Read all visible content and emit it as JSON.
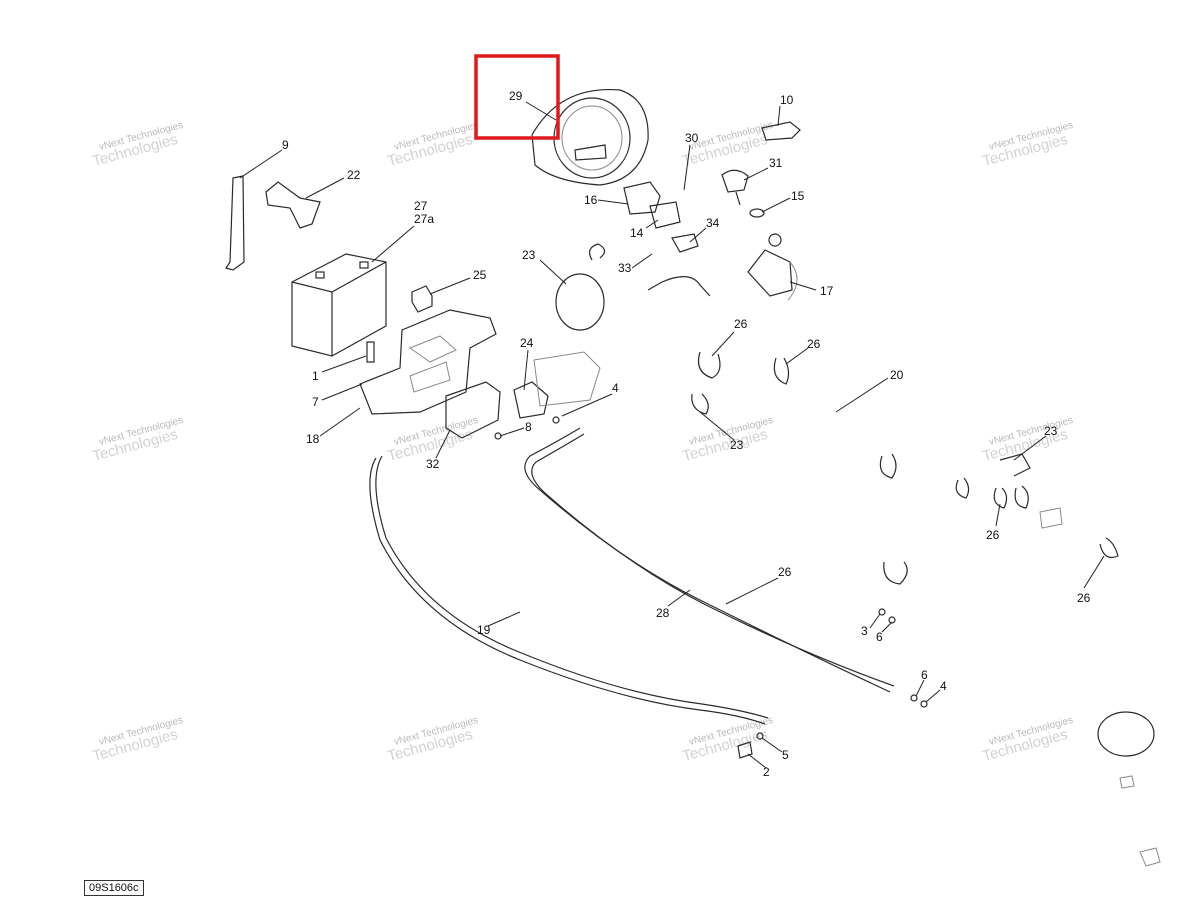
{
  "figure_code": "09S1606c",
  "highlight_color": "#e0191e",
  "watermark": {
    "line1": "vNext Technologies",
    "line2": "Technologies",
    "line3": "vNext"
  },
  "callouts": {
    "c29": "29",
    "c10": "10",
    "c30": "30",
    "c31": "31",
    "c9": "9",
    "c22": "22",
    "c16": "16",
    "c15": "15",
    "c27": "27",
    "c27a": "27a",
    "c14": "14",
    "c34": "34",
    "c23a": "23",
    "c33": "33",
    "c17": "17",
    "c25": "25",
    "c26a": "26",
    "c26b": "26",
    "c1": "1",
    "c24": "24",
    "c20": "20",
    "c7": "7",
    "c4a": "4",
    "c18": "18",
    "c8": "8",
    "c32": "32",
    "c23b": "23",
    "c23c": "23",
    "c26c": "26",
    "c26d": "26",
    "c26e": "26",
    "c28": "28",
    "c3": "3",
    "c6a": "6",
    "c19": "19",
    "c6b": "6",
    "c4b": "4",
    "c5": "5",
    "c2": "2"
  }
}
